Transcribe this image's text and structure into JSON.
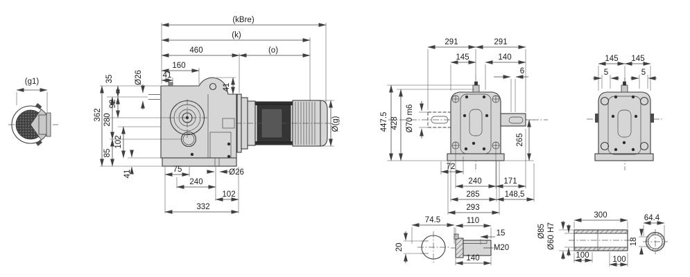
{
  "drawing": {
    "fan": {
      "g1": "(g1)"
    },
    "side": {
      "kbre": "(kBre)",
      "k": "(k)",
      "l460": "460",
      "o": "(o)",
      "l160": "160",
      "l41top": "41",
      "dia26l": "Ø26",
      "h35": "35",
      "h92": "92",
      "h362": "362",
      "h280": "280",
      "h102": "102",
      "h85": "85",
      "h41": "41",
      "eye41": "41",
      "diag": "Ø(g)",
      "b75": "75",
      "b240": "240",
      "b102": "102",
      "b332": "332",
      "dia26b": "Ø26"
    },
    "front": {
      "t291l": "291",
      "t291r": "291",
      "t145": "145",
      "t140": "140",
      "t6": "6",
      "h447": "447.5",
      "h428": "428",
      "dia70": "Ø70 m6",
      "h265": "265",
      "b72": "72",
      "b240": "240",
      "b171": "171",
      "b285": "285",
      "b148": "148,5",
      "b293": "293"
    },
    "rear": {
      "t145l": "145",
      "t145r": "145",
      "t5l": "5",
      "t5r": "5"
    },
    "d1": {
      "w": "74.5",
      "h": "20"
    },
    "d2": {
      "t110": "110",
      "t15": "15",
      "m20": "M20",
      "b140": "140"
    },
    "d3": {
      "t300": "300",
      "dia85": "Ø85",
      "dia60": "Ø60 H7",
      "l100": "100",
      "r100": "100"
    },
    "d4": {
      "w": "64.4",
      "h": "18"
    }
  }
}
